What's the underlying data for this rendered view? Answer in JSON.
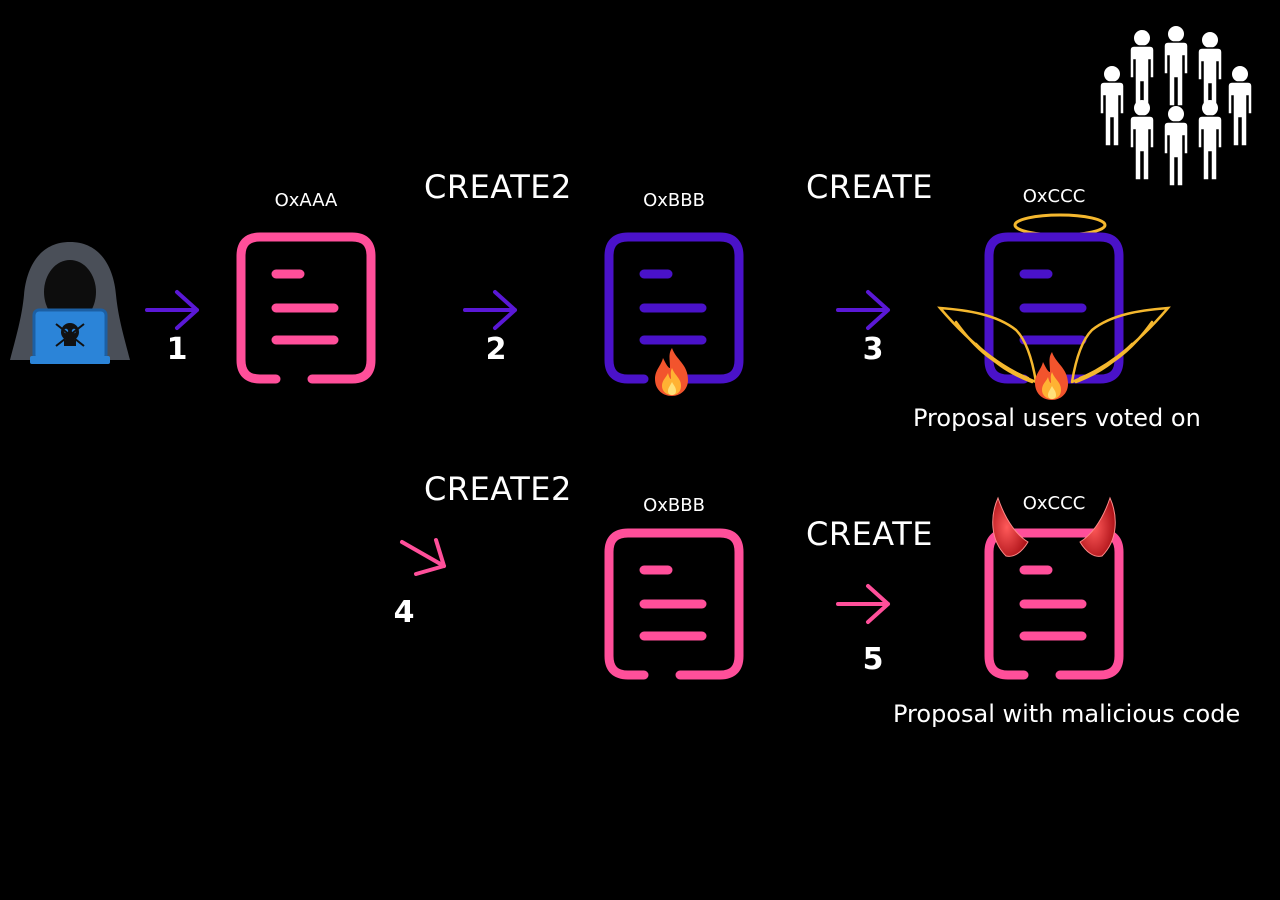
{
  "colors": {
    "background": "#000000",
    "pink_contract": "#ff4f9a",
    "purple_contract": "#4a12c9",
    "purple_arrow": "#5a18d6",
    "pink_arrow": "#ff4f9a",
    "halo": "#f5b82e",
    "horns": "#e0101a",
    "text": "#ffffff"
  },
  "top_row": {
    "step1": "1",
    "contract_aaa": "OxAAA",
    "op_create2": "CREATE2",
    "step2": "2",
    "contract_bbb": "OxBBB",
    "op_create": "CREATE",
    "step3": "3",
    "contract_ccc": "OxCCC",
    "caption": "Proposal users voted on"
  },
  "bottom_row": {
    "op_create2": "CREATE2",
    "step4": "4",
    "contract_bbb": "OxBBB",
    "op_create": "CREATE",
    "step5": "5",
    "contract_ccc": "OxCCC",
    "caption": "Proposal with malicious code"
  },
  "icons": [
    "hacker-icon",
    "contract-icon",
    "fire-icon",
    "halo-icon",
    "wings-icon",
    "horns-icon",
    "crowd-icon"
  ]
}
